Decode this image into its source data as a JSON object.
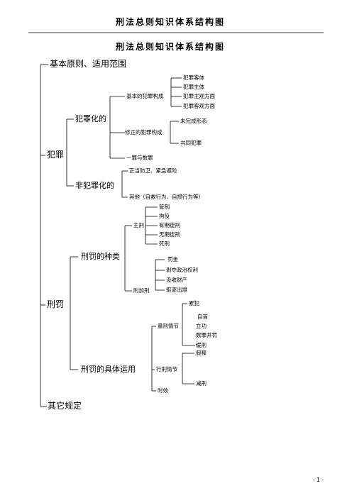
{
  "header": {
    "title": "刑法总则知识体系结构图"
  },
  "doc_title": "刑法总则知识体系结构图",
  "nodes": {
    "jiben": "基本原则、适用范围",
    "fanzui": "犯罪",
    "fanzuihua": "犯罪化的",
    "jiben_goucheng": "基本的犯罪构成",
    "fanzui_keti": "犯罪客体",
    "fanzui_zhuti": "犯罪主体",
    "zhuguan": "犯罪主观方面",
    "keguan": "犯罪客观方面",
    "xiuzheng": "修正的犯罪构成",
    "weiwancheng": "未完成形态",
    "gongtong": "共同犯罪",
    "yizui": "一罪与数罪",
    "feifanzuihua": "非犯罪化的",
    "zhengdang": "正当防卫、紧急避险",
    "qita_xingwei": "其他（自救行为、自损行为等）",
    "xingfa": "刑罚",
    "zhonglei": "刑罚的种类",
    "zhuxing": "主刑",
    "guanzhi": "管制",
    "juyi": "拘役",
    "youqi": "有期徒刑",
    "wuqi": "无期徒刑",
    "sixing": "死刑",
    "fujia": "附加刑",
    "fajin": "罚金",
    "boduo": "剥夺政治权利",
    "moshou": "没收财产",
    "quzhu": "驱逐出境",
    "yunyong": "刑罚的具体运用",
    "liangxing": "量刑情节",
    "leifan": "累犯",
    "zishou": "自首",
    "ligong": "立功",
    "shuzui": "数罪并罚",
    "huanxing": "缓刑",
    "xingxing": "行刑情节",
    "jiashi": "假释",
    "jianxing": "减刑",
    "shixiao": "时效",
    "qita_guiding": "其它规定"
  },
  "footer": {
    "page": "- 1 -"
  }
}
